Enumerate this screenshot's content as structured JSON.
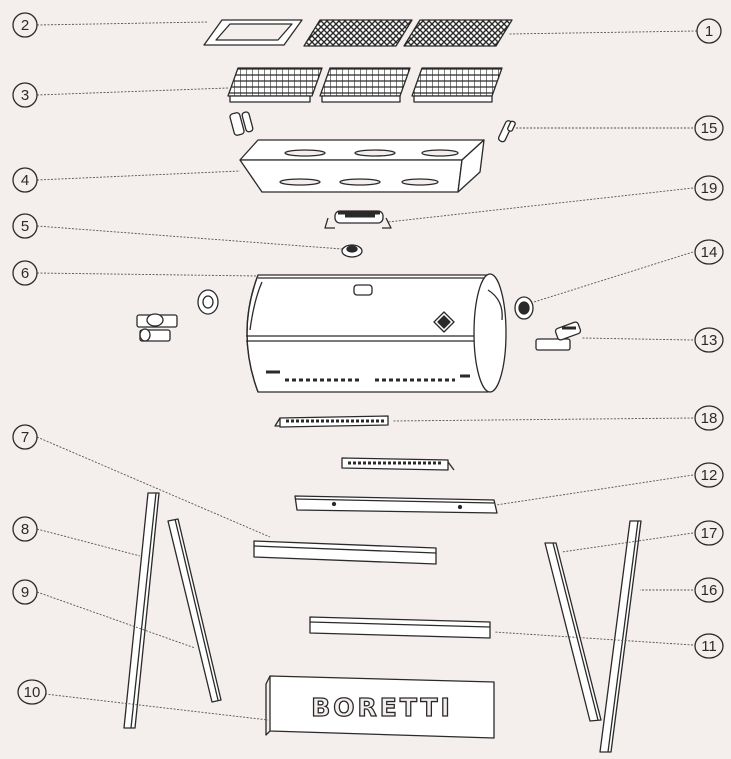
{
  "callouts": [
    {
      "number": "1"
    },
    {
      "number": "2"
    },
    {
      "number": "3"
    },
    {
      "number": "4"
    },
    {
      "number": "5"
    },
    {
      "number": "6"
    },
    {
      "number": "7"
    },
    {
      "number": "8"
    },
    {
      "number": "9"
    },
    {
      "number": "10"
    },
    {
      "number": "11"
    },
    {
      "number": "12"
    },
    {
      "number": "13"
    },
    {
      "number": "14"
    },
    {
      "number": "15"
    },
    {
      "number": "16"
    },
    {
      "number": "17"
    },
    {
      "number": "18"
    },
    {
      "number": "19"
    }
  ],
  "brand_plate": {
    "text": "BORETTI"
  },
  "colors": {
    "line": "#2a2a2a",
    "background": "#f4eeec",
    "fill": "#ffffff"
  }
}
